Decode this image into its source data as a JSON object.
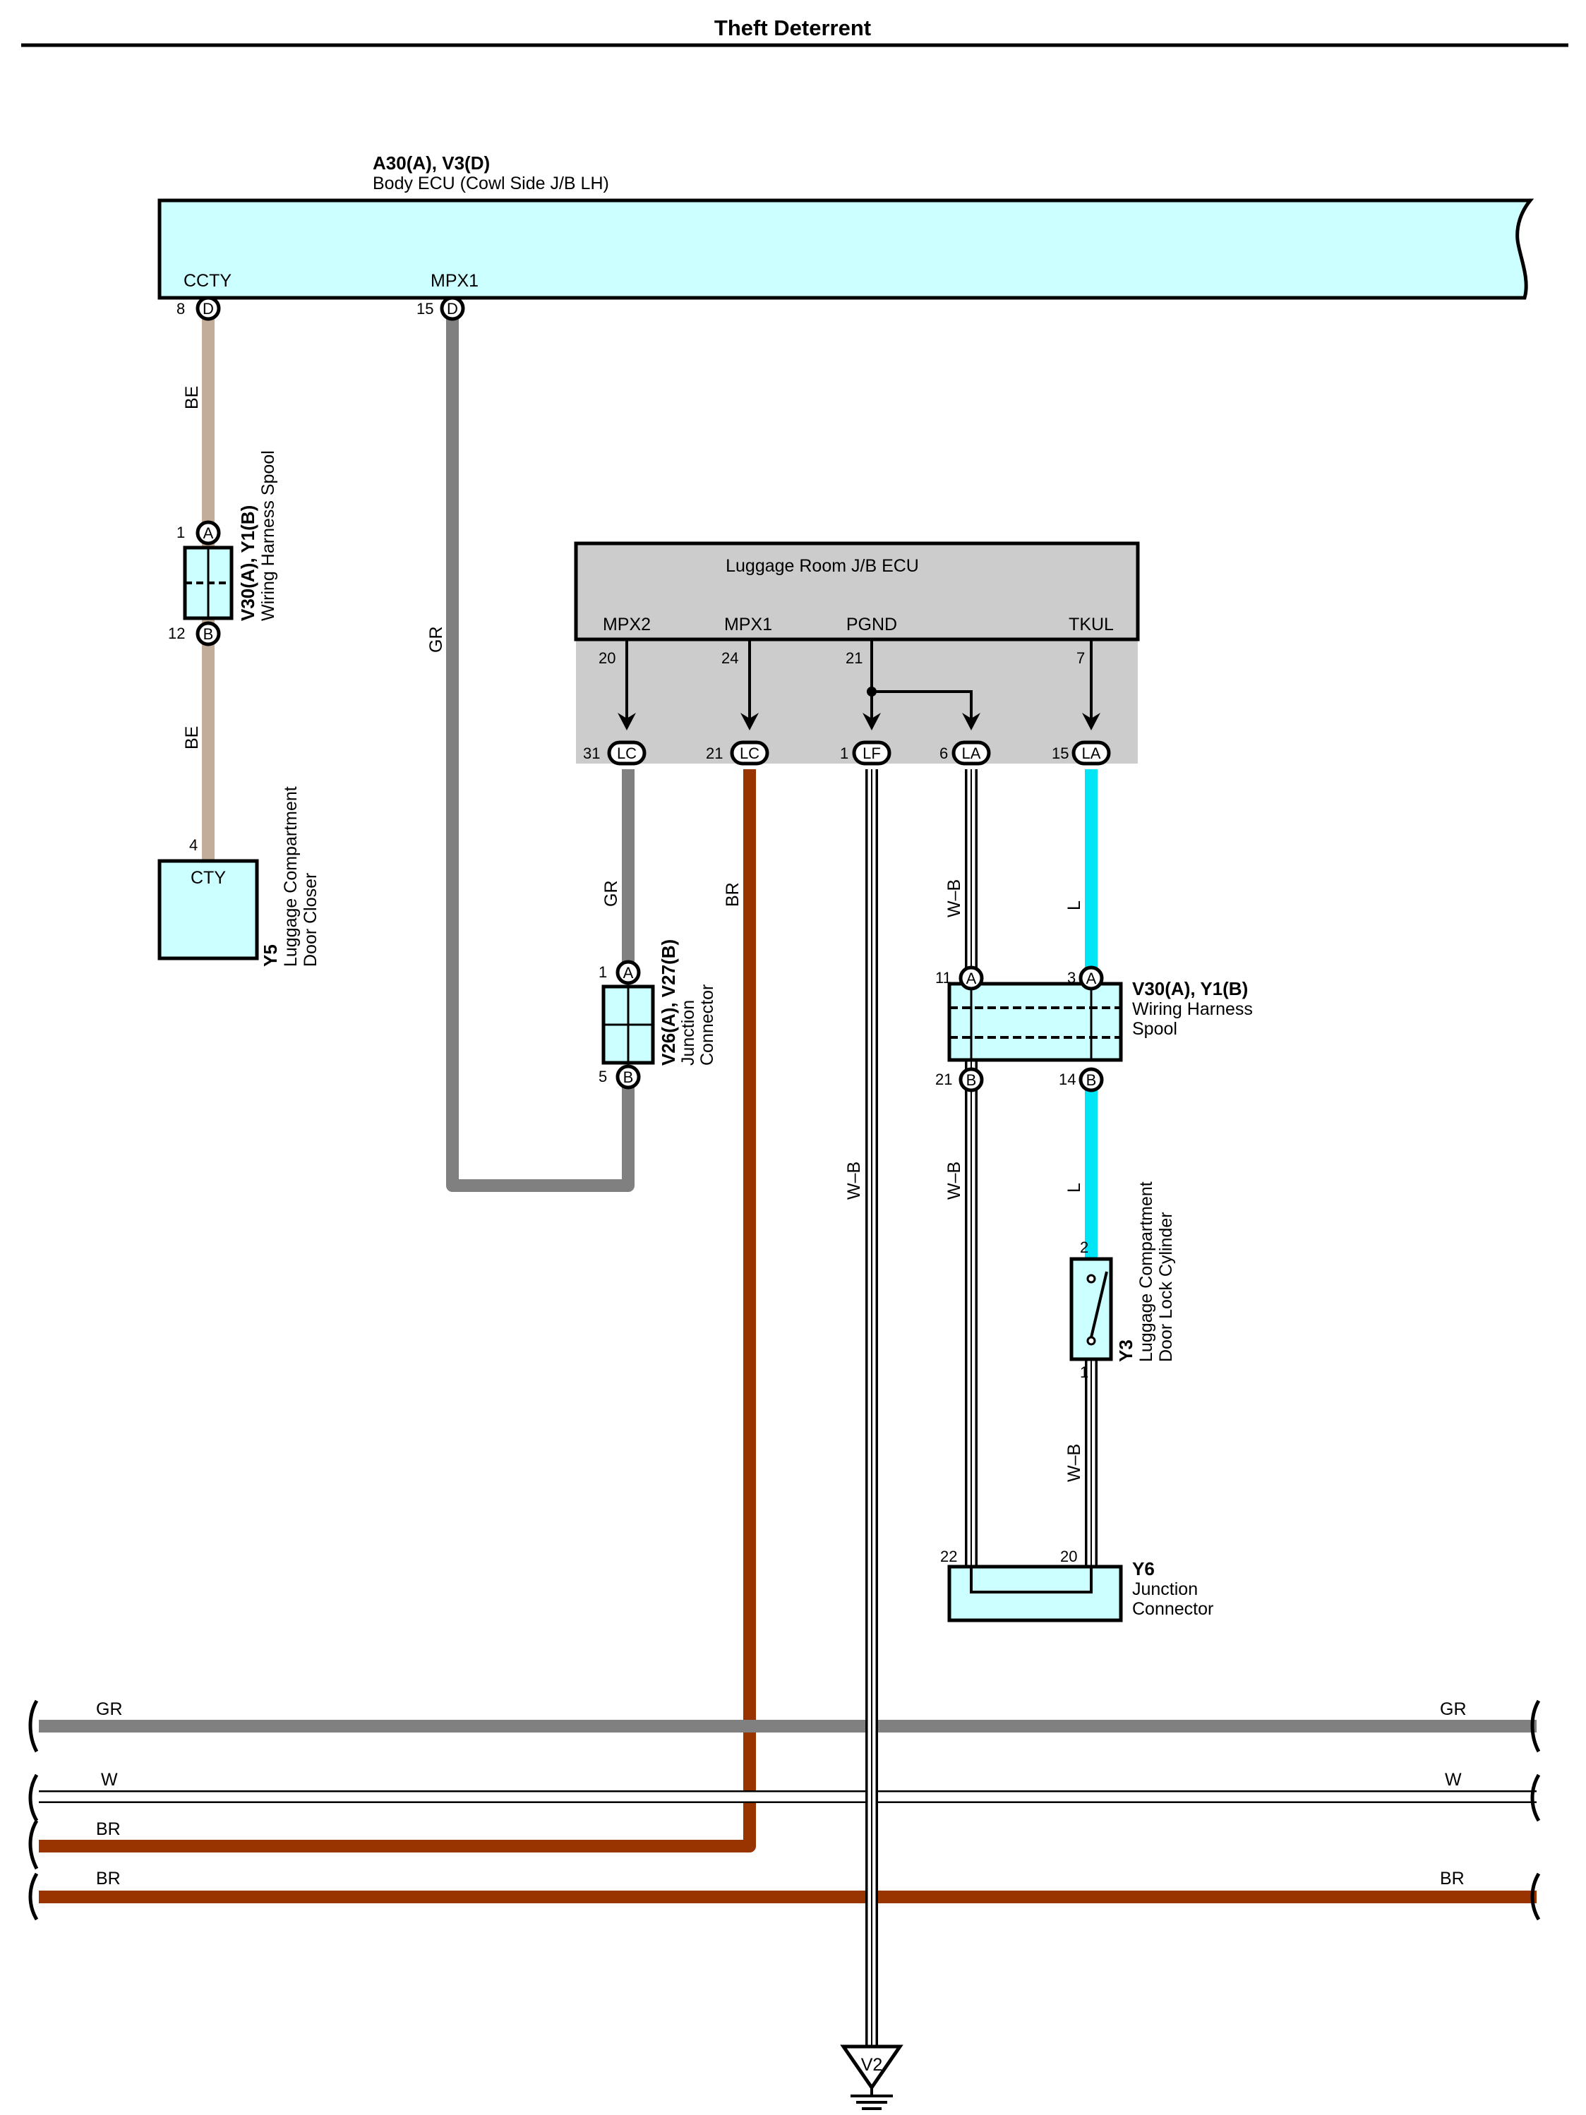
{
  "title": "Theft Deterrent",
  "colors": {
    "ecu_fill": "#ccffff",
    "jb_fill": "#cccccc",
    "wire_BE": "#c2ad9a",
    "wire_GR": "#808080",
    "wire_BR": "#993300",
    "wire_L": "#00e5f5",
    "wire_W": "#ffffff"
  },
  "body_ecu": {
    "code": "A30(A), V3(D)",
    "name": "Body ECU (Cowl Side J/B LH)",
    "terminals": [
      {
        "label": "CCTY",
        "pin": "8",
        "conn": "D"
      },
      {
        "label": "MPX1",
        "pin": "15",
        "conn": "D"
      }
    ]
  },
  "spool_left": {
    "code": "V30(A), Y1(B)",
    "name": "Wiring Harness Spool",
    "pin_top": "1",
    "conn_top": "A",
    "pin_bottom": "12",
    "conn_bottom": "B"
  },
  "door_closer": {
    "code": "Y5",
    "name_line1": "Luggage Compartment",
    "name_line2": "Door Closer",
    "terminal": "CTY",
    "pin": "4"
  },
  "luggage_jb": {
    "name": "Luggage Room J/B ECU",
    "terminals": [
      {
        "label": "MPX2",
        "pin": "20",
        "out_pin": "31",
        "conn": "LC"
      },
      {
        "label": "MPX1",
        "pin": "24",
        "out_pin": "21",
        "conn": "LC"
      },
      {
        "label": "PGND",
        "pin": "21",
        "out_pin": "1",
        "conn": "LF"
      },
      {
        "label": "",
        "pin": "",
        "out_pin": "6",
        "conn": "LA"
      },
      {
        "label": "TKUL",
        "pin": "7",
        "out_pin": "15",
        "conn": "LA"
      }
    ]
  },
  "junction_v26": {
    "code": "V26(A), V27(B)",
    "name_line1": "Junction",
    "name_line2": "Connector",
    "pin_top": "1",
    "conn_top": "A",
    "pin_bottom": "5",
    "conn_bottom": "B"
  },
  "spool_right": {
    "code": "V30(A), Y1(B)",
    "name_line1": "Wiring Harness",
    "name_line2": "Spool",
    "pins_top": [
      "11",
      "3"
    ],
    "conn_top": "A",
    "pins_bottom": [
      "21",
      "14"
    ],
    "conn_bottom": "B"
  },
  "lock_cylinder": {
    "code": "Y3",
    "name_line1": "Luggage Compartment",
    "name_line2": "Door Lock Cylinder",
    "pin_top": "2",
    "pin_bottom": "1"
  },
  "junction_y6": {
    "code": "Y6",
    "name_line1": "Junction",
    "name_line2": "Connector",
    "pins": [
      "22",
      "20"
    ]
  },
  "ground": {
    "label": "V2"
  },
  "wire_labels": {
    "be1": "BE",
    "be2": "BE",
    "gr_mpx1": "GR",
    "gr_v26": "GR",
    "br_mpx1": "BR",
    "wb_pgnd": "W–B",
    "wb_la6_top": "W–B",
    "wb_la6_bottom": "W–B",
    "l_top": "L",
    "l_bottom": "L",
    "wb_lock": "W–B"
  },
  "buses": [
    {
      "left": "GR",
      "right": "GR"
    },
    {
      "left": "W",
      "right": "W"
    },
    {
      "left": "BR",
      "right": ""
    },
    {
      "left": "BR",
      "right": "BR"
    }
  ]
}
